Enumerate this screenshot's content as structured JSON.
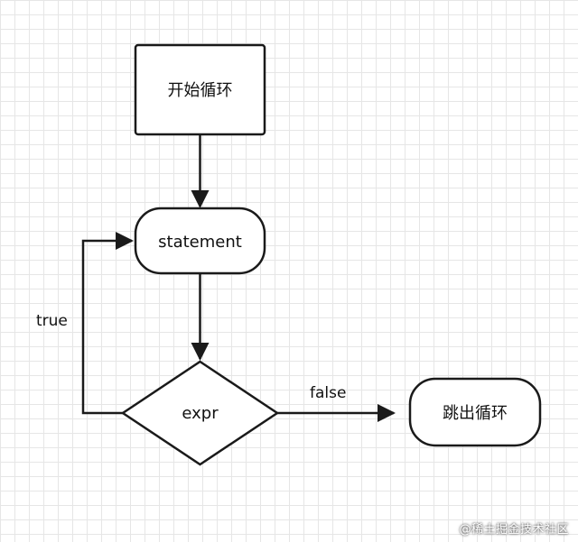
{
  "diagram": {
    "nodes": {
      "start": {
        "label": "开始循环"
      },
      "statement": {
        "label": "statement"
      },
      "expr": {
        "label": "expr"
      },
      "exit": {
        "label": "跳出循环"
      }
    },
    "edges": {
      "true_label": "true",
      "false_label": "false"
    }
  },
  "watermark": {
    "text": "@稀土掘金技术社区"
  },
  "colors": {
    "stroke": "#1a1a1a",
    "grid": "#e6e6e6",
    "background": "#ffffff"
  }
}
